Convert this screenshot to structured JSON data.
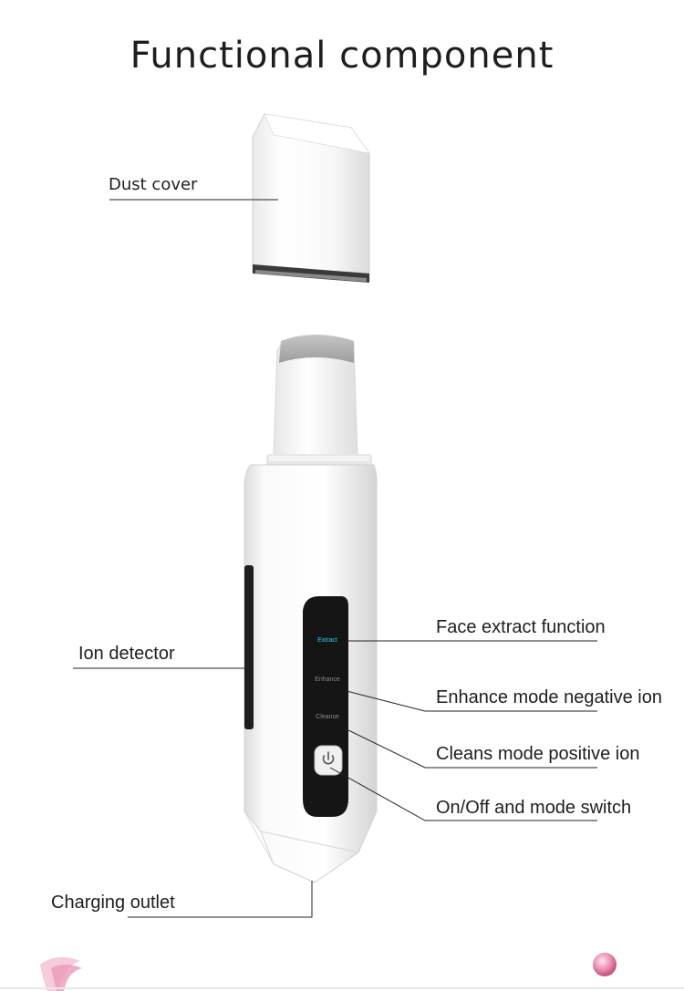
{
  "title": "Functional component",
  "labels": {
    "dust_cover": "Dust cover",
    "ion_detector": "Ion detector",
    "charging_outlet": "Charging outlet",
    "face_extract": "Face extract function",
    "enhance_mode": "Enhance mode negative ion",
    "cleans_mode": "Cleans mode positive ion",
    "on_off": "On/Off and mode switch"
  },
  "device_panel": {
    "extract": "Extract",
    "enhance": "Enhance",
    "cleanse": "Cleanse"
  },
  "colors": {
    "panel": "#151515",
    "accent": "#2fd0e8",
    "leader_line": "#222222",
    "body": "#f4f4f4",
    "blade": "#b9b9b9",
    "decor_pink": "#e98ab0"
  }
}
